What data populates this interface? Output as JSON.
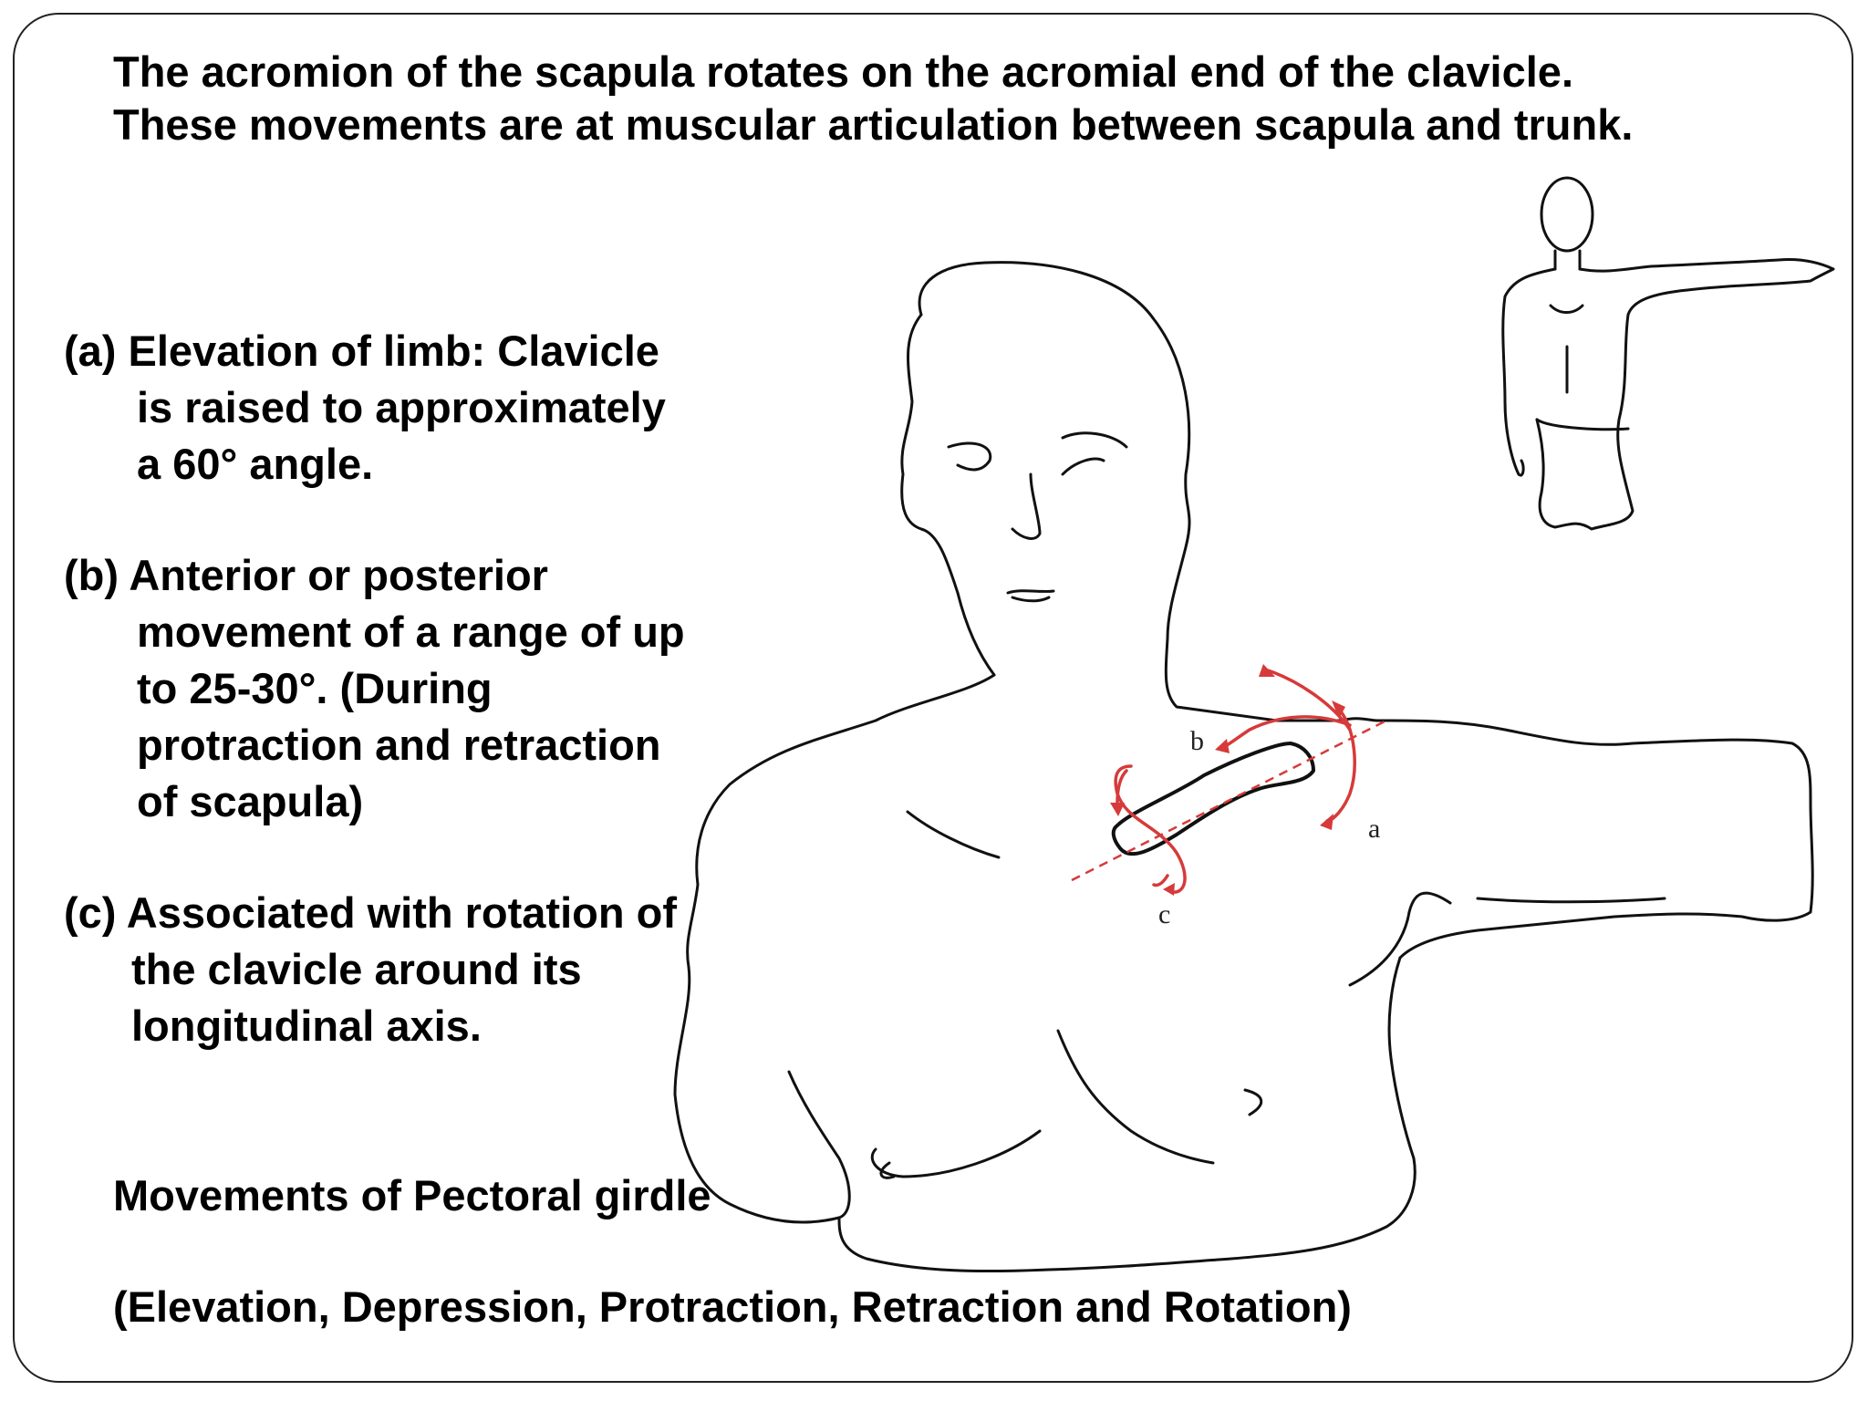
{
  "title_lines": [
    "The acromion of the scapula rotates on the acromial end of the clavicle.",
    "These movements  are at muscular articulation between scapula and trunk."
  ],
  "items": {
    "a": {
      "marker": "(a)",
      "lines": [
        "Elevation of limb: Clavicle",
        "is raised to approximately",
        "a 60° angle."
      ]
    },
    "b": {
      "marker": "(b)",
      "lines": [
        "Anterior or posterior",
        "movement of a range of up",
        "to 25-30°. (During",
        "protraction and retraction",
        "of scapula)"
      ]
    },
    "c": {
      "marker": "(c)",
      "lines": [
        "Associated with rotation of",
        "the clavicle around its",
        "longitudinal axis."
      ]
    }
  },
  "caption": {
    "title": "Movements of Pectoral girdle",
    "subtitle": "(Elevation, Depression, Protraction, Retraction and Rotation)"
  },
  "figure_labels": {
    "a": "a",
    "b": "b",
    "c": "c"
  },
  "colors": {
    "arrow": "#d63a3a",
    "outline": "#111111",
    "border": "#222222"
  }
}
